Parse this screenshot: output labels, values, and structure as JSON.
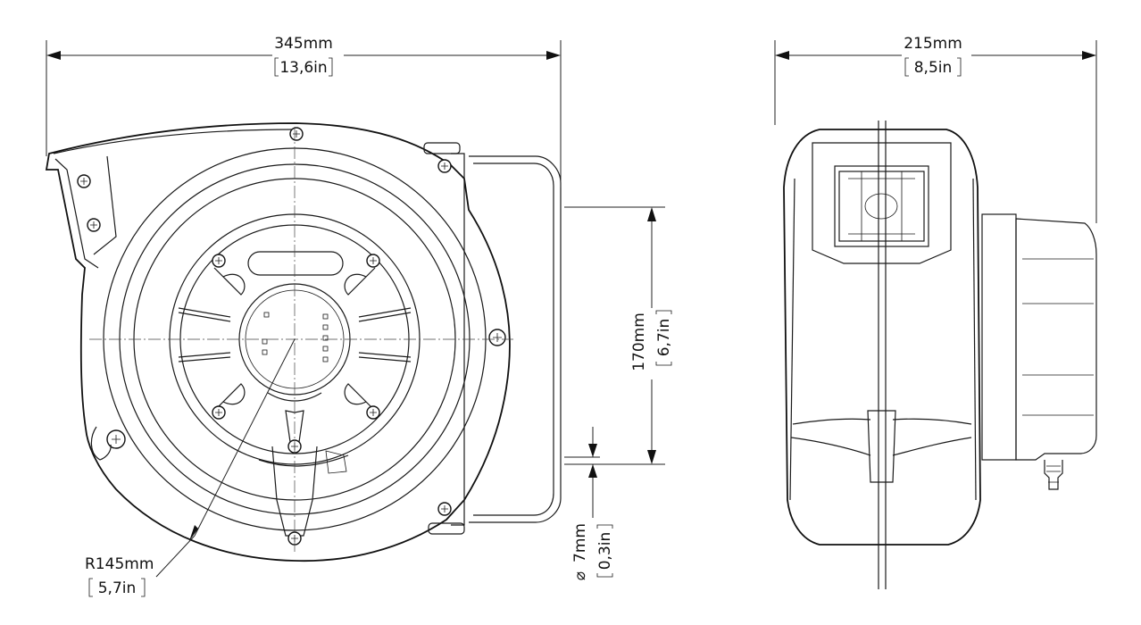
{
  "dimensions": {
    "width_front": {
      "mm": "345mm",
      "in": "13,6in"
    },
    "width_side": {
      "mm": "215mm",
      "in": "8,5in"
    },
    "height_mount": {
      "mm": "170mm",
      "in": "6,7in"
    },
    "hole_diameter": {
      "mm": "7mm",
      "in": "0,3in",
      "symbol": "⌀"
    },
    "radius": {
      "mm": "R145mm",
      "in": "5,7in"
    }
  }
}
